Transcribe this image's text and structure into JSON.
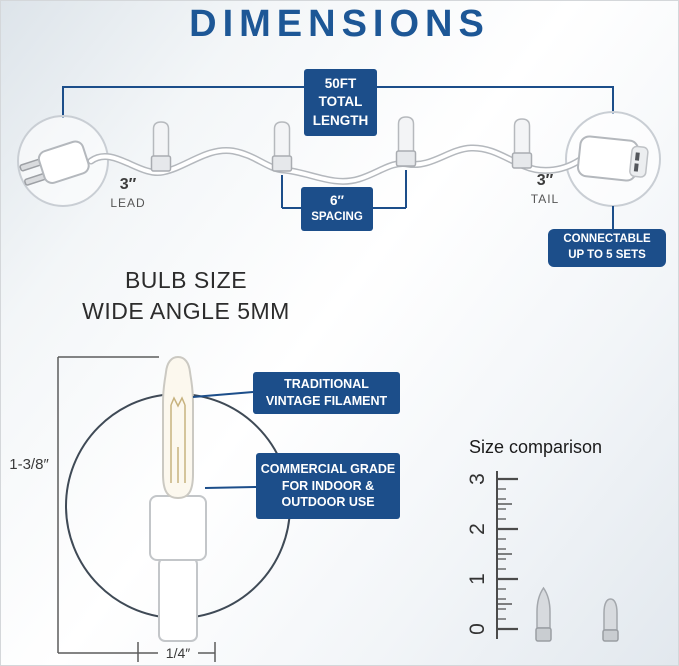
{
  "page": {
    "title": "DIMENSIONS"
  },
  "string_diagram": {
    "length_badge": {
      "line1": "50FT",
      "line2": "TOTAL",
      "line3": "LENGTH"
    },
    "lead": {
      "measure": "3″",
      "label": "LEAD"
    },
    "spacing_badge": {
      "line1": "6″",
      "line2": "SPACING"
    },
    "tail": {
      "measure": "3″",
      "label": "TAIL"
    },
    "connect_badge": {
      "line1": "CONNECTABLE",
      "line2": "UP TO 5 SETS"
    }
  },
  "bulb_section": {
    "heading_line1": "BULB SIZE",
    "heading_line2": "WIDE ANGLE 5MM",
    "height_dimension": "1-3/8″",
    "width_dimension": "1/4″",
    "filament_badge": {
      "line1": "TRADITIONAL",
      "line2": "VINTAGE FILAMENT"
    },
    "grade_badge": {
      "line1": "COMMERCIAL GRADE",
      "line2": "FOR INDOOR &",
      "line3": "OUTDOOR USE"
    }
  },
  "size_comparison": {
    "title": "Size comparison",
    "ruler_labels": [
      "3",
      "2",
      "1",
      "0"
    ]
  },
  "colors": {
    "navy": "#1c4e8a",
    "title_blue": "#1d5796",
    "text_dark": "#3c3c3c"
  }
}
